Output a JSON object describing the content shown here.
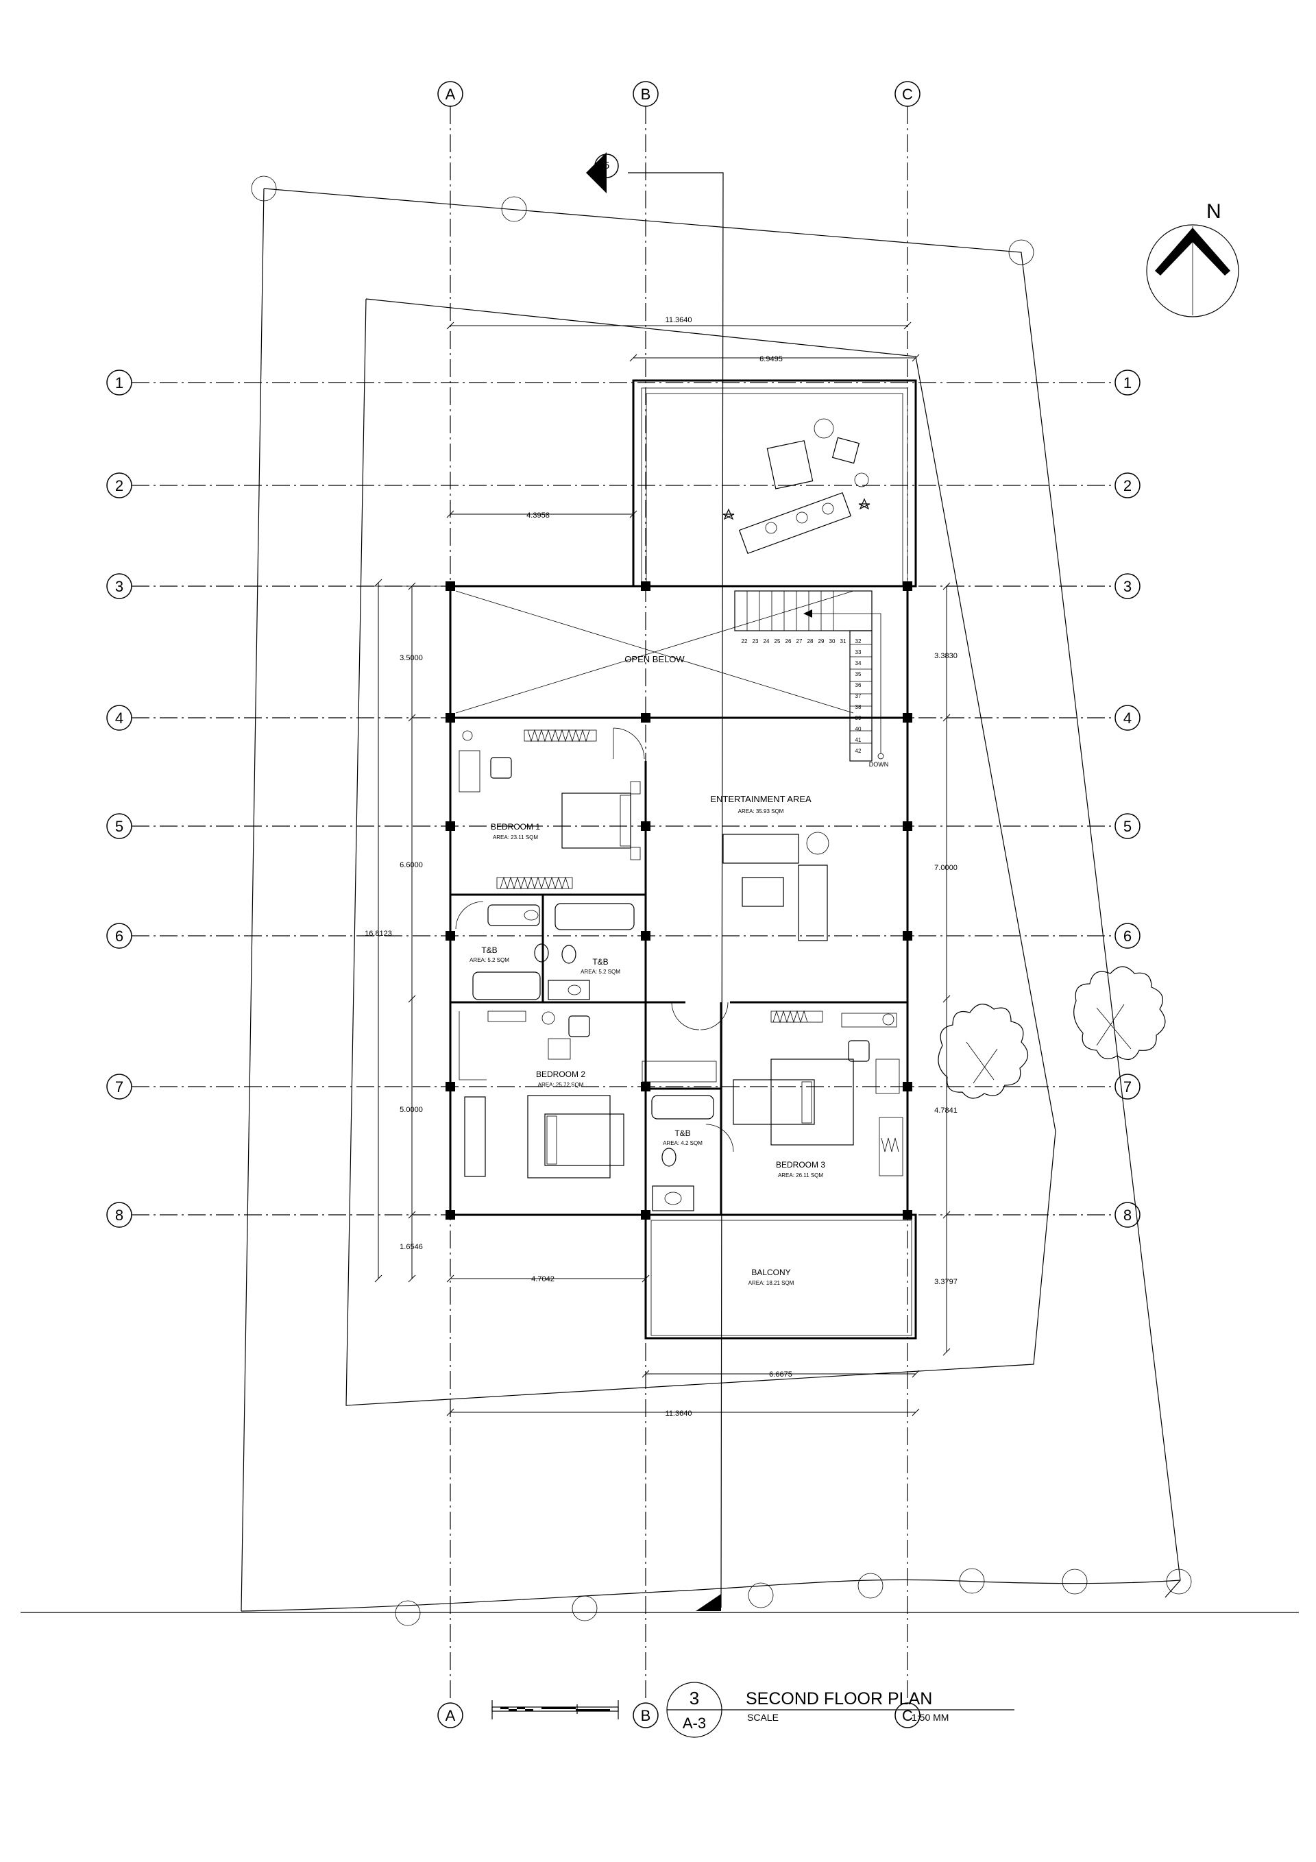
{
  "grid": {
    "columns": [
      "A",
      "B",
      "C"
    ],
    "rows": [
      "1",
      "2",
      "3",
      "4",
      "5",
      "6",
      "7",
      "8"
    ]
  },
  "section_marker": "5",
  "north_label": "N",
  "dimensions": {
    "overall_top": "11.3640",
    "roof_deck_width": "6.9495",
    "deck_offset": "4.3958",
    "open_below_depth": "3.5000",
    "stair_depth": "3.3830",
    "bedroom1_depth": "6.6000",
    "entertainment_depth": "7.0000",
    "overall_depth": "16.8123",
    "bedroom2_depth": "5.0000",
    "bedroom3_depth": "4.7841",
    "south_overhang": "1.6546",
    "balcony_depth": "3.3797",
    "west_offset": "4.7042",
    "balcony_width": "6.6675",
    "overall_bottom": "11.3640"
  },
  "rooms": {
    "open_below": "OPEN BELOW",
    "entertainment": {
      "name": "ENTERTAINMENT  AREA",
      "area": "AREA: 35.93 SQM"
    },
    "bedroom1": {
      "name": "BEDROOM 1",
      "area": "AREA: 23.11 SQM"
    },
    "tb1": {
      "name": "T&B",
      "area": "AREA: 5.2 SQM"
    },
    "tb2": {
      "name": "T&B",
      "area": "AREA: 5.2 SQM"
    },
    "bedroom2": {
      "name": "BEDROOM 2",
      "area": "AREA: 25.72 SQM"
    },
    "tb3": {
      "name": "T&B",
      "area": "AREA: 4.2 SQM"
    },
    "bedroom3": {
      "name": "BEDROOM 3",
      "area": "AREA: 26.11 SQM"
    },
    "balcony": {
      "name": "BALCONY",
      "area": "AREA: 18.21 SQM"
    }
  },
  "stair": {
    "down_label": "DOWN",
    "steps_top": [
      "22",
      "23",
      "24",
      "25",
      "26",
      "27",
      "28",
      "29",
      "30",
      "31",
      "32"
    ],
    "steps_side": [
      "33",
      "34",
      "35",
      "36",
      "37",
      "38",
      "39",
      "40",
      "41",
      "42"
    ]
  },
  "title_block": {
    "number": "3",
    "sheet": "A-3",
    "title": "SECOND FLOOR PLAN",
    "scale_label": "SCALE",
    "scale_value": "1:50 MM"
  }
}
